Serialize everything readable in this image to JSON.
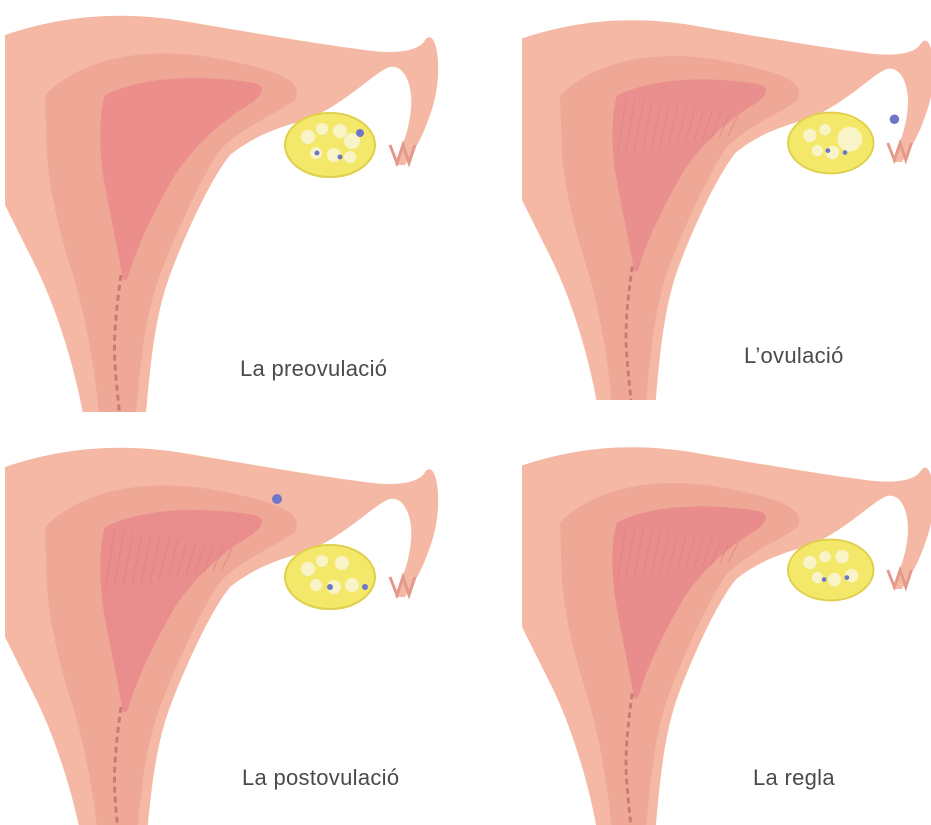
{
  "colors": {
    "uterus_outer": "#f4b8a5",
    "uterus_mid": "#efa896",
    "cavity": "#ec8f8c",
    "cavity_dark": "#e27a7e",
    "ovary": "#f4e86b",
    "follicle": "#f9f6d8",
    "ovum": "#6d77c8",
    "caption_text": "#4a4a4a"
  },
  "panels": [
    {
      "caption": "La preovulació",
      "stage": "preovulation"
    },
    {
      "caption": "L’ovulació",
      "stage": "ovulation"
    },
    {
      "caption": "La postovulació",
      "stage": "postovulation"
    },
    {
      "caption": "La regla",
      "stage": "menstruation"
    }
  ]
}
